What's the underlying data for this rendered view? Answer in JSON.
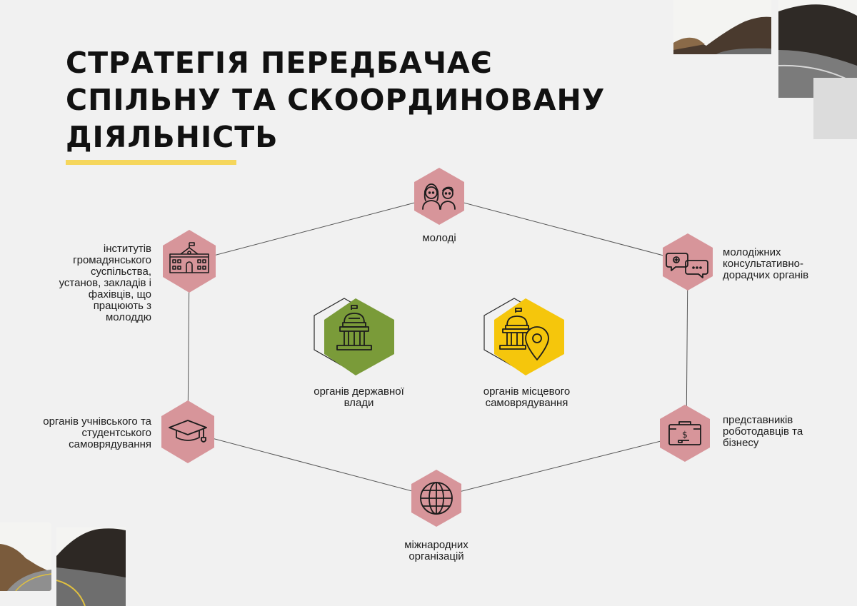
{
  "title_lines": [
    "СТРАТЕГІЯ ПЕРЕДБАЧАЄ",
    "СПІЛЬНУ ТА СКООРДИНОВАНУ",
    "ДІЯЛЬНІСТЬ"
  ],
  "colors": {
    "accent_underline": "#f5d65c",
    "node_pink": "#d7959a",
    "center_green": "#7a9b39",
    "center_yellow": "#f5c60c",
    "line": "#555555"
  },
  "nodes": {
    "youth": {
      "label": "молоді",
      "icon": "youth-icon"
    },
    "councils": {
      "label": "молодіжних консультативно-дорадчих органів",
      "icon": "chat-icon"
    },
    "employers": {
      "label": "представників роботодавців та бізнесу",
      "icon": "briefcase-icon"
    },
    "international": {
      "label": "міжнародних організацій",
      "icon": "globe-icon"
    },
    "students": {
      "label": "органів учнівського та студентського самоврядування",
      "icon": "graduation-cap-icon"
    },
    "institutes": {
      "label": "інститутів громадянського суспільства, установ, закладів і фахівців, що працюють з молоддю",
      "icon": "school-building-icon"
    }
  },
  "center": {
    "state": {
      "label": "органів державної влади",
      "icon": "capitol-icon"
    },
    "local": {
      "label": "органів місцевого самоврядування",
      "icon": "capitol-location-icon"
    }
  }
}
